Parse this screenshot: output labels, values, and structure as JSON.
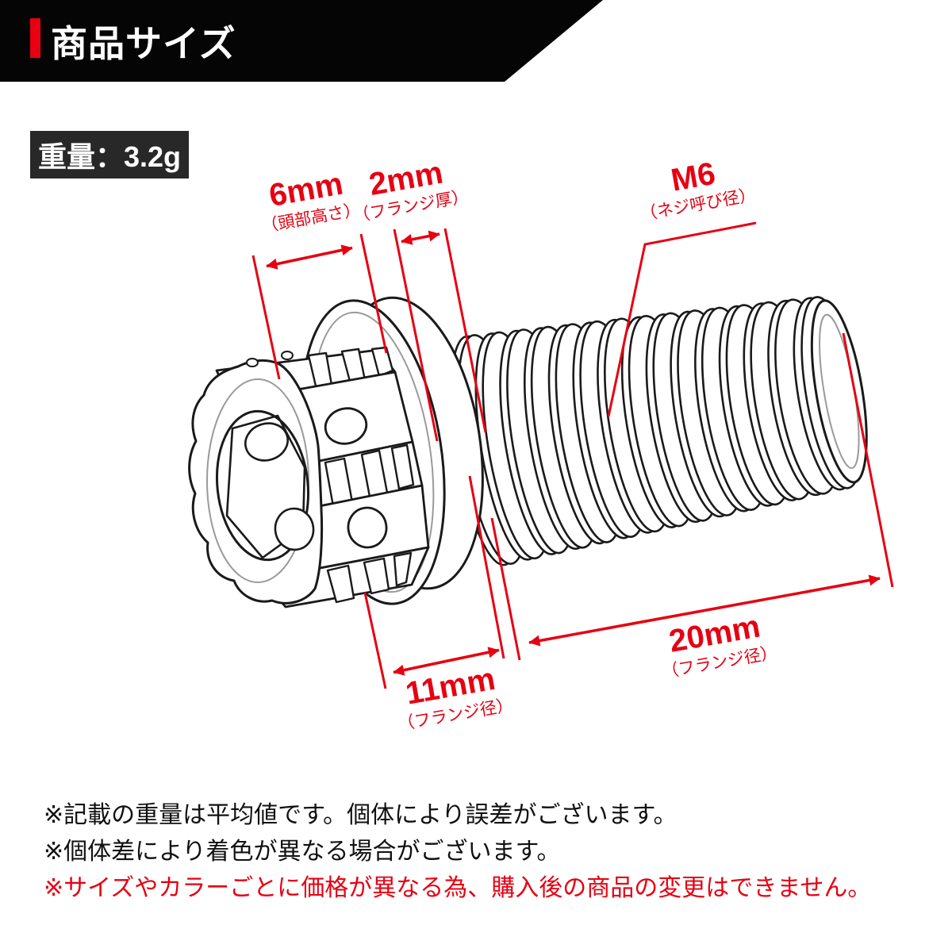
{
  "header": {
    "title": "商品サイズ"
  },
  "weight": {
    "label": "重量：3.2g"
  },
  "colors": {
    "accent": "#e60012",
    "ink": "#1a1a1a",
    "banner_bg": "#050505"
  },
  "dimensions": {
    "head_height": {
      "value": "6mm",
      "caption": "（頭部高さ）"
    },
    "flange_thickness": {
      "value": "2mm",
      "caption": "（フランジ厚）"
    },
    "thread_spec": {
      "value": "M6",
      "caption": "（ネジ呼び径）"
    },
    "shaft_length": {
      "value": "20mm",
      "caption": "（フランジ径）"
    },
    "flange_diameter": {
      "value": "11mm",
      "caption": "（フランジ径）"
    }
  },
  "notes": [
    "※記載の重量は平均値です。個体により誤差がございます。",
    "※個体差により着色が異なる場合がございます。",
    "※サイズやカラーごとに価格が異なる為、購入後の商品の変更はできません。"
  ]
}
